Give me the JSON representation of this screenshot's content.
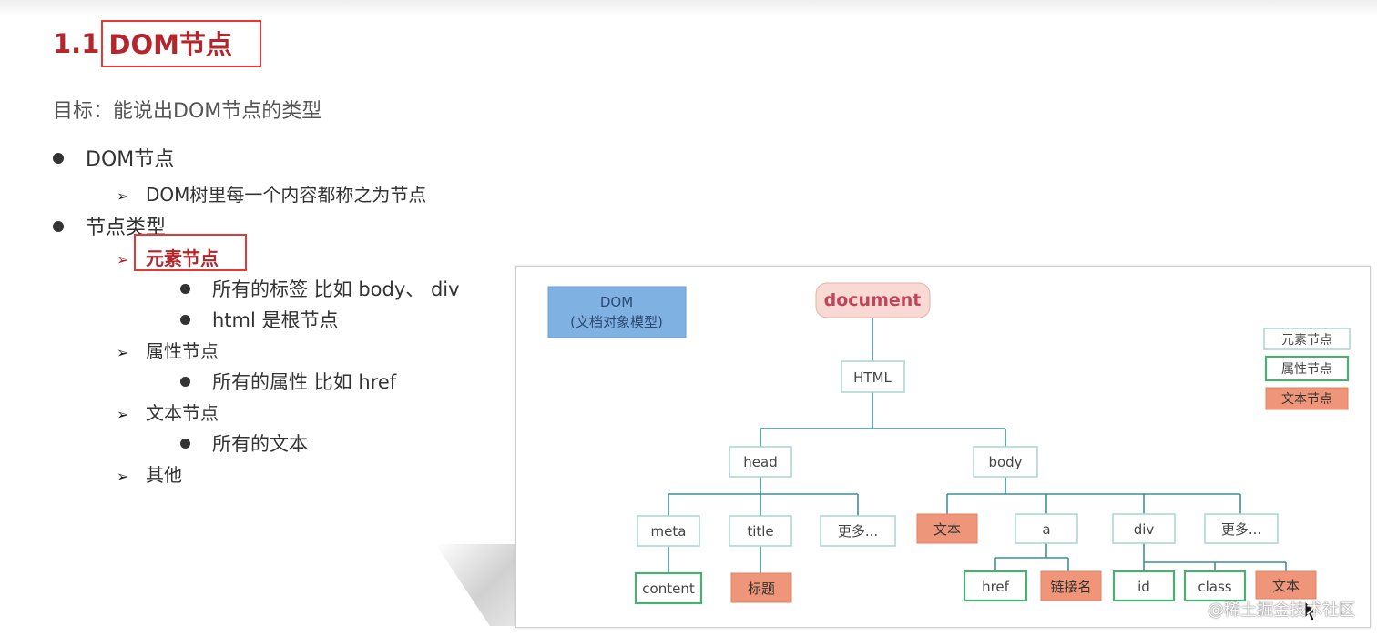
{
  "title": {
    "number": "1.1",
    "text": "DOM节点"
  },
  "goal": "目标：能说出DOM节点的类型",
  "outline": {
    "item1": "DOM节点",
    "item1_sub": "DOM树里每一个内容都称之为节点",
    "item2": "节点类型",
    "element_node": "元素节点",
    "element_point1": "所有的标签 比如 body、 div",
    "element_point2": "html 是根节点",
    "attr_node": "属性节点",
    "attr_point": "所有的属性 比如 href",
    "text_node": "文本节点",
    "text_point": "所有的文本",
    "other": "其他"
  },
  "diagram": {
    "dom_label_line1": "DOM",
    "dom_label_line2": "(文档对象模型)",
    "legend": {
      "element": "元素节点",
      "attribute": "属性节点",
      "text": "文本节点"
    },
    "nodes": {
      "document": "document",
      "html": "HTML",
      "head": "head",
      "body": "body",
      "meta": "meta",
      "title": "title",
      "more1": "更多...",
      "text1": "文本",
      "a": "a",
      "div": "div",
      "more2": "更多...",
      "content": "content",
      "biaoti": "标题",
      "href": "href",
      "linkname": "链接名",
      "id": "id",
      "class": "class",
      "text2": "文本"
    },
    "colors": {
      "dom_box": "#7fb1e3",
      "document_fill": "#f8d9d4",
      "document_text": "#c0455b",
      "element_border": "#a8d6d1",
      "attribute_border": "#4caf72",
      "text_fill": "#ef967a",
      "line": "#3e8f96"
    }
  },
  "watermark": "@稀土掘金技术社区"
}
